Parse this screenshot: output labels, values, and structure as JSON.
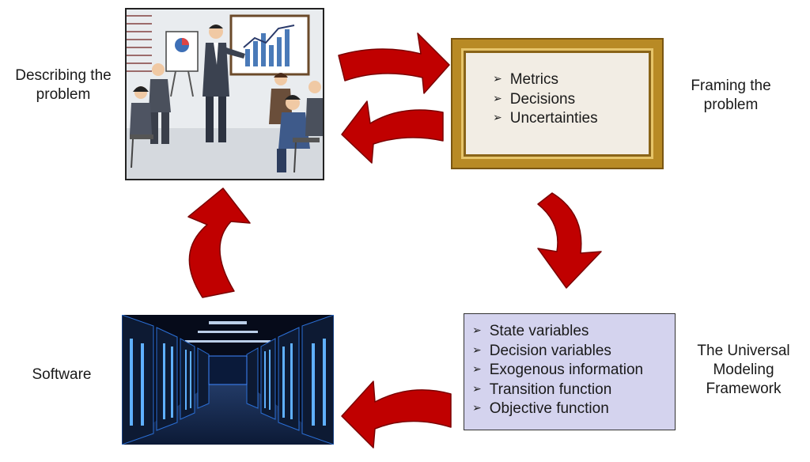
{
  "labels": {
    "describe": "Describing the\nproblem",
    "framing": "Framing the\nproblem",
    "software": "Software",
    "umf": "The Universal\nModeling\nFramework"
  },
  "framing_items": [
    "Metrics",
    "Decisions",
    "Uncertainties"
  ],
  "umf_items": [
    "State variables",
    "Decision variables",
    "Exogenous information",
    "Transition function",
    "Objective function"
  ],
  "colors": {
    "arrow": "#c00000",
    "arrow_outline": "#7a0000",
    "frame_gold": "#b88a25",
    "umf_fill": "#d4d3ee"
  },
  "icons": {
    "meeting": "business-presentation-illustration",
    "servers": "data-center-server-room-image",
    "bullet": "arrowhead-bullet-icon"
  }
}
